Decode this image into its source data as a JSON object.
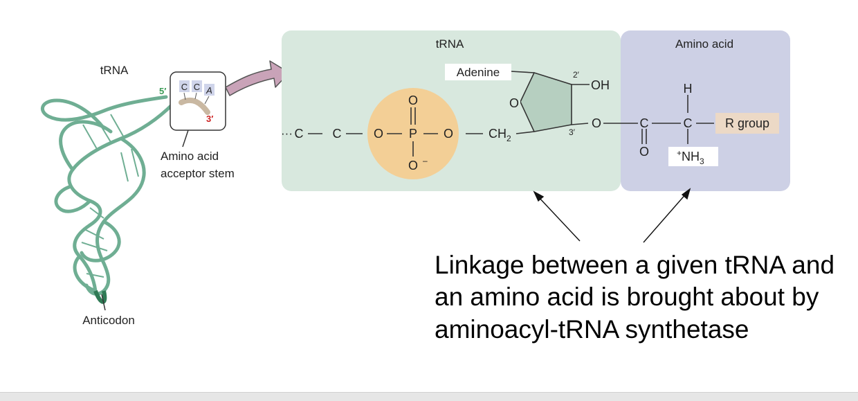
{
  "trna_model": {
    "title": "tRNA",
    "five_prime": "5′",
    "three_prime": "3′",
    "cca": [
      "C",
      "C",
      "A"
    ],
    "acceptor_label_line1": "Amino acid",
    "acceptor_label_line2": "acceptor stem",
    "anticodon_label": "Anticodon"
  },
  "trna_panel": {
    "title": "tRNA",
    "dots": "···",
    "c1": "C",
    "c2": "C",
    "o_left": "O",
    "p": "P",
    "o_right": "O",
    "o_top": "O",
    "o_minus": "O",
    "minus_sign": "–",
    "ch2": "CH",
    "ch2_sub": "2",
    "adenine": "Adenine",
    "ring_o": "O",
    "oh": "OH",
    "two_prime": "2′",
    "three_prime": "3′",
    "o_link": "O",
    "colors": {
      "panel": "#d8e8de",
      "phosphate": "#f3cf96",
      "ring": "#b6cfc0",
      "helix": "#6fae93"
    }
  },
  "amino_panel": {
    "title": "Amino acid",
    "carbonyl_c": "C",
    "carbonyl_o": "O",
    "alpha_c": "C",
    "h": "H",
    "r_group": "R group",
    "nh3_plus": "+",
    "nh3": "NH",
    "nh3_sub": "3",
    "colors": {
      "panel": "#cdd0e5",
      "r_group_box": "#ecd9c6"
    }
  },
  "caption": "Linkage between a given tRNA and an amino acid is brought about by aminoacyl-tRNA synthetase"
}
